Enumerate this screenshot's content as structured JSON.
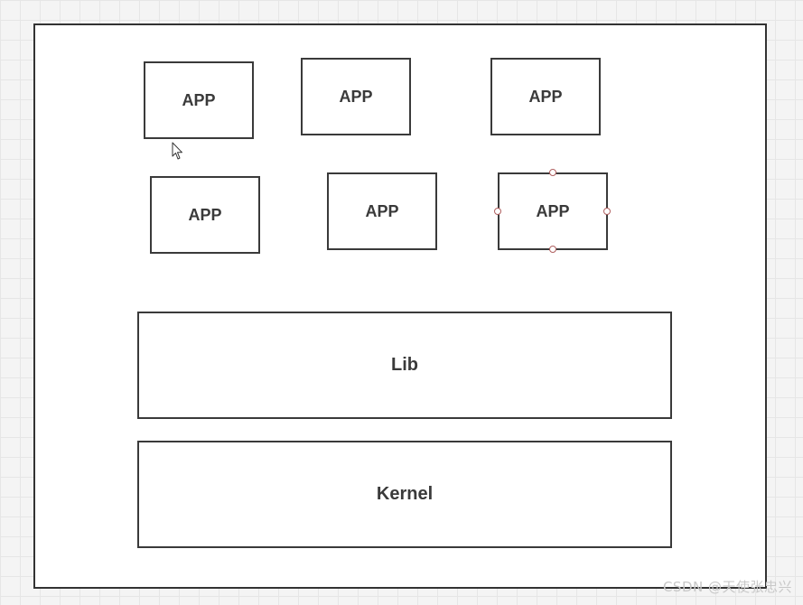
{
  "diagram": {
    "apps": [
      {
        "label": "APP"
      },
      {
        "label": "APP"
      },
      {
        "label": "APP"
      },
      {
        "label": "APP"
      },
      {
        "label": "APP"
      },
      {
        "label": "APP",
        "selected": true
      }
    ],
    "lib_label": "Lib",
    "kernel_label": "Kernel"
  },
  "watermark": "CSDN @天使张忠兴",
  "colors": {
    "stroke": "#3a3a3a",
    "background_grid": "#e6e6e6",
    "selection_handle": "#b06060"
  }
}
